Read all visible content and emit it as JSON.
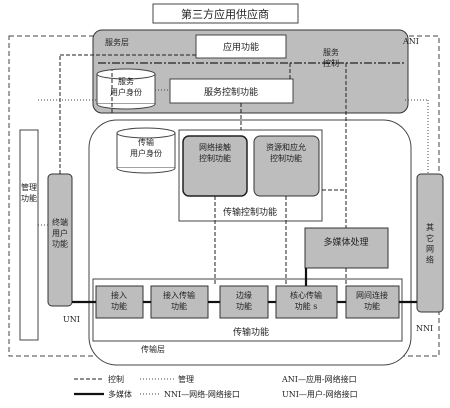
{
  "title": "第三方应用供应商",
  "service_layer": {
    "label": "服务层",
    "app_function": "应用功能",
    "service_control": "服务\n控制",
    "service_user_profile": "服务\n用户身份",
    "service_control_function": "服务控制功能"
  },
  "transport_layer": {
    "label": "传输层",
    "transport_user_profile": "传输\n用户身份",
    "network_attachment_control": "网络接触\n控制功能",
    "resource_admission_control": "资源和应允\n控制功能",
    "transport_control_function": "传输控制功能",
    "multimedia_processing": "多媒体处理",
    "access_function": "接入\n功能",
    "access_transport_function": "接入传输\n功能",
    "edge_function": "边缘\n功能",
    "core_transport_function": "核心传输\n功能 s",
    "gateway_function": "网间连接\n功能",
    "transport_function": "传输功能"
  },
  "side": {
    "management": "管理\n功能",
    "terminal_user": "终端\n用户\n功能",
    "other_networks": "其\n它\n网\n络"
  },
  "interfaces": {
    "ani": "ANI",
    "uni": "UNI",
    "nni": "NNI"
  },
  "legend": {
    "control": "控制",
    "management": "管理",
    "media": "多媒体",
    "nni_desc": "NNI—网络-网络接口",
    "ani_desc": "ANI—应用-网络接口",
    "uni_desc": "UNI—用户-网络接口"
  }
}
